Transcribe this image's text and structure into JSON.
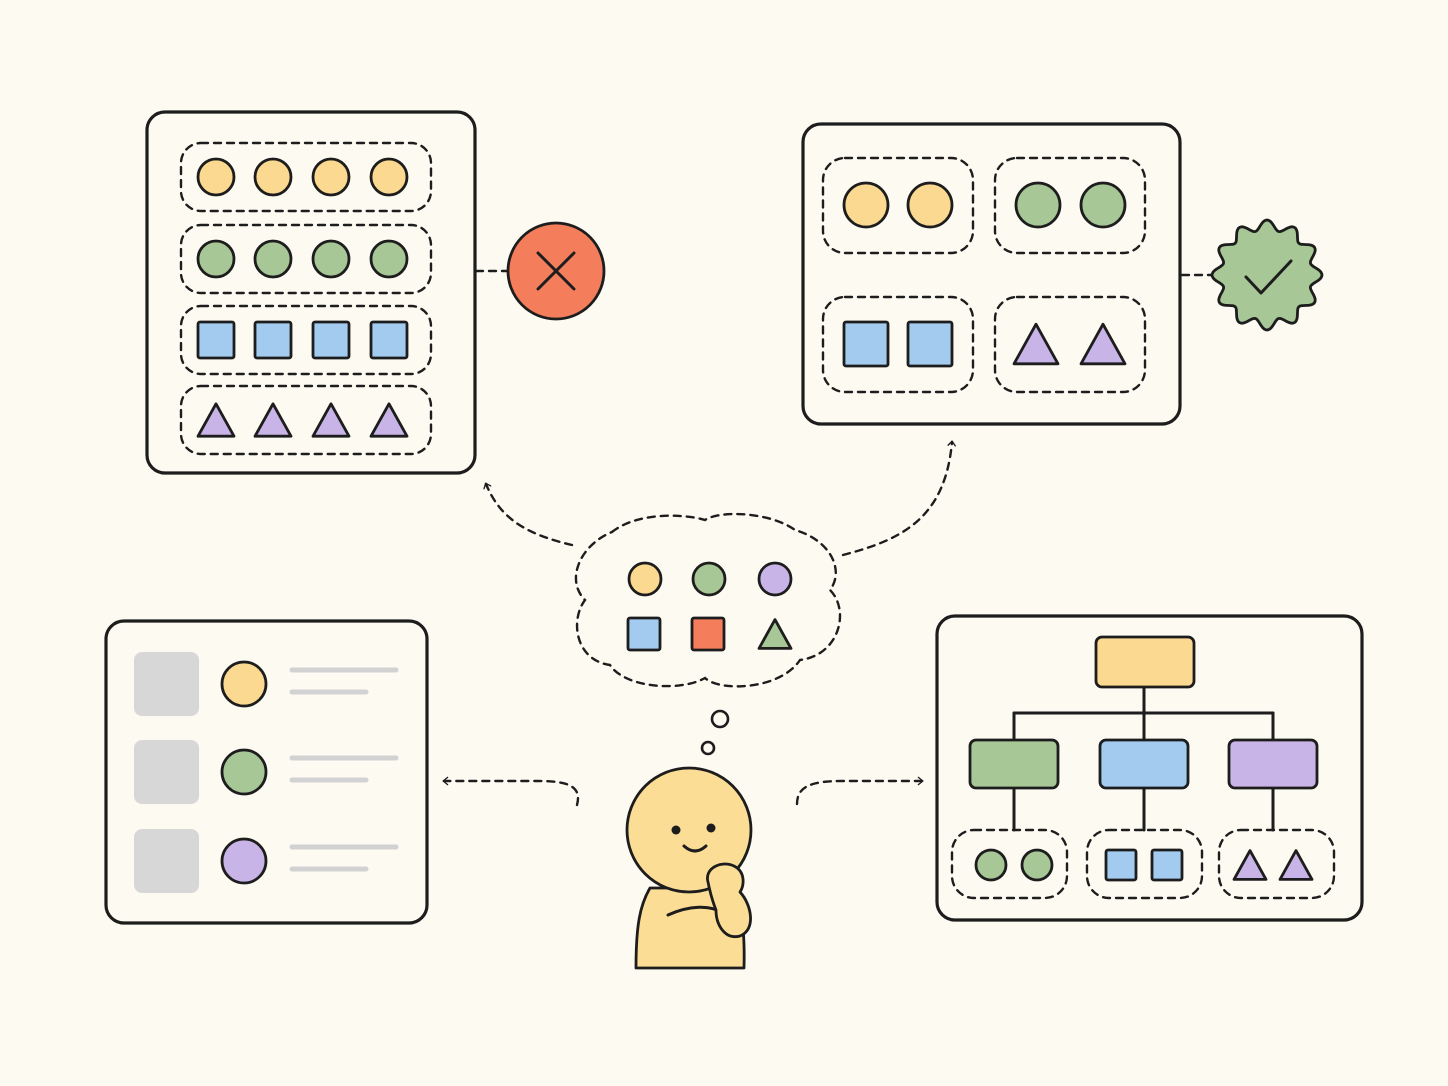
{
  "colors": {
    "background": "#fdfaf2",
    "panel": "#fdfaf2",
    "ink": "#1d1d1d",
    "yellow": "#fcd991",
    "green": "#a7c796",
    "blue": "#a3cbef",
    "purple": "#c8b4e6",
    "orange": "#f47e5c",
    "gray_block": "#d7d7d7",
    "gray_line": "#d2d2d2",
    "skin": "#fbdd95"
  },
  "icons": {
    "rejected": "x-icon",
    "approved": "checkmark-icon",
    "thinking": "thought-bubble-icon"
  },
  "diagram": {
    "thought_bubble": {
      "circles": [
        "yellow",
        "green",
        "purple"
      ],
      "bottom_row": [
        {
          "shape": "square",
          "color": "blue"
        },
        {
          "shape": "square",
          "color": "orange"
        },
        {
          "shape": "triangle",
          "color": "green"
        }
      ]
    },
    "rejected_layout": {
      "rows": [
        {
          "shape": "circle",
          "color": "yellow",
          "count": 4
        },
        {
          "shape": "circle",
          "color": "green",
          "count": 4
        },
        {
          "shape": "square",
          "color": "blue",
          "count": 4
        },
        {
          "shape": "triangle",
          "color": "purple",
          "count": 4
        }
      ],
      "verdict": "rejected"
    },
    "approved_layout": {
      "groups": [
        {
          "shape": "circle",
          "color": "yellow",
          "count": 2
        },
        {
          "shape": "circle",
          "color": "green",
          "count": 2
        },
        {
          "shape": "square",
          "color": "blue",
          "count": 2
        },
        {
          "shape": "triangle",
          "color": "purple",
          "count": 2
        }
      ],
      "verdict": "approved"
    },
    "list_layout": {
      "items": [
        {
          "color": "yellow"
        },
        {
          "color": "green"
        },
        {
          "color": "purple"
        }
      ]
    },
    "tree_layout": {
      "root": "yellow",
      "branches": [
        {
          "color": "green",
          "leaf_shape": "circle",
          "leaf_count": 2
        },
        {
          "color": "blue",
          "leaf_shape": "square",
          "leaf_count": 2
        },
        {
          "color": "purple",
          "leaf_shape": "triangle",
          "leaf_count": 2
        }
      ]
    }
  }
}
